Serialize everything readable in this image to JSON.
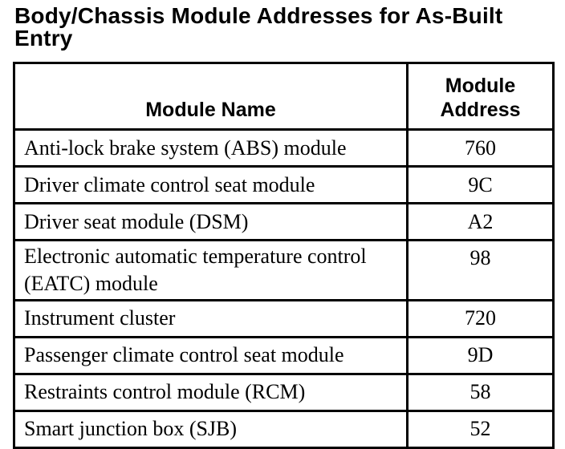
{
  "page": {
    "title": "Body/Chassis Module Addresses for As-Built Entry"
  },
  "colors": {
    "text": "#000000",
    "border": "#000000",
    "background": "#ffffff"
  },
  "table": {
    "headers": {
      "name": "Module Name",
      "address": "Module Address"
    },
    "rows": [
      {
        "name": "Anti-lock brake system (ABS) module",
        "address": "760"
      },
      {
        "name": "Driver climate control seat module",
        "address": "9C"
      },
      {
        "name": "Driver seat module (DSM)",
        "address": "A2"
      },
      {
        "name": "Electronic automatic temperature control (EATC) module",
        "address": "98"
      },
      {
        "name": "Instrument cluster",
        "address": "720"
      },
      {
        "name": "Passenger climate control seat module",
        "address": "9D"
      },
      {
        "name": "Restraints control module (RCM)",
        "address": "58"
      },
      {
        "name": "Smart junction box (SJB)",
        "address": "52"
      }
    ]
  }
}
